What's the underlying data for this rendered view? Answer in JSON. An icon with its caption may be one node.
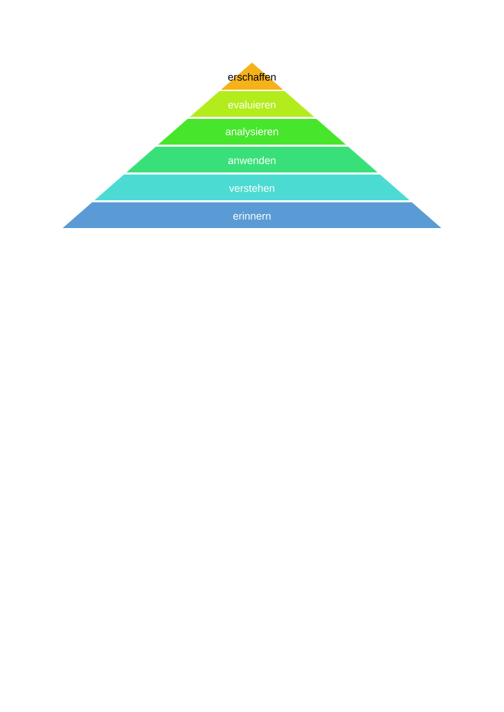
{
  "diagram": {
    "nodes": [
      {
        "text": [
          "erschaffen"
        ]
      },
      {
        "text": [
          "evaluieren"
        ]
      },
      {
        "text": [
          "analysieren"
        ]
      },
      {
        "text": [
          "anwenden"
        ]
      },
      {
        "text": [
          "verstehen"
        ]
      },
      {
        "text": [
          "erinnern"
        ]
      }
    ]
  }
}
